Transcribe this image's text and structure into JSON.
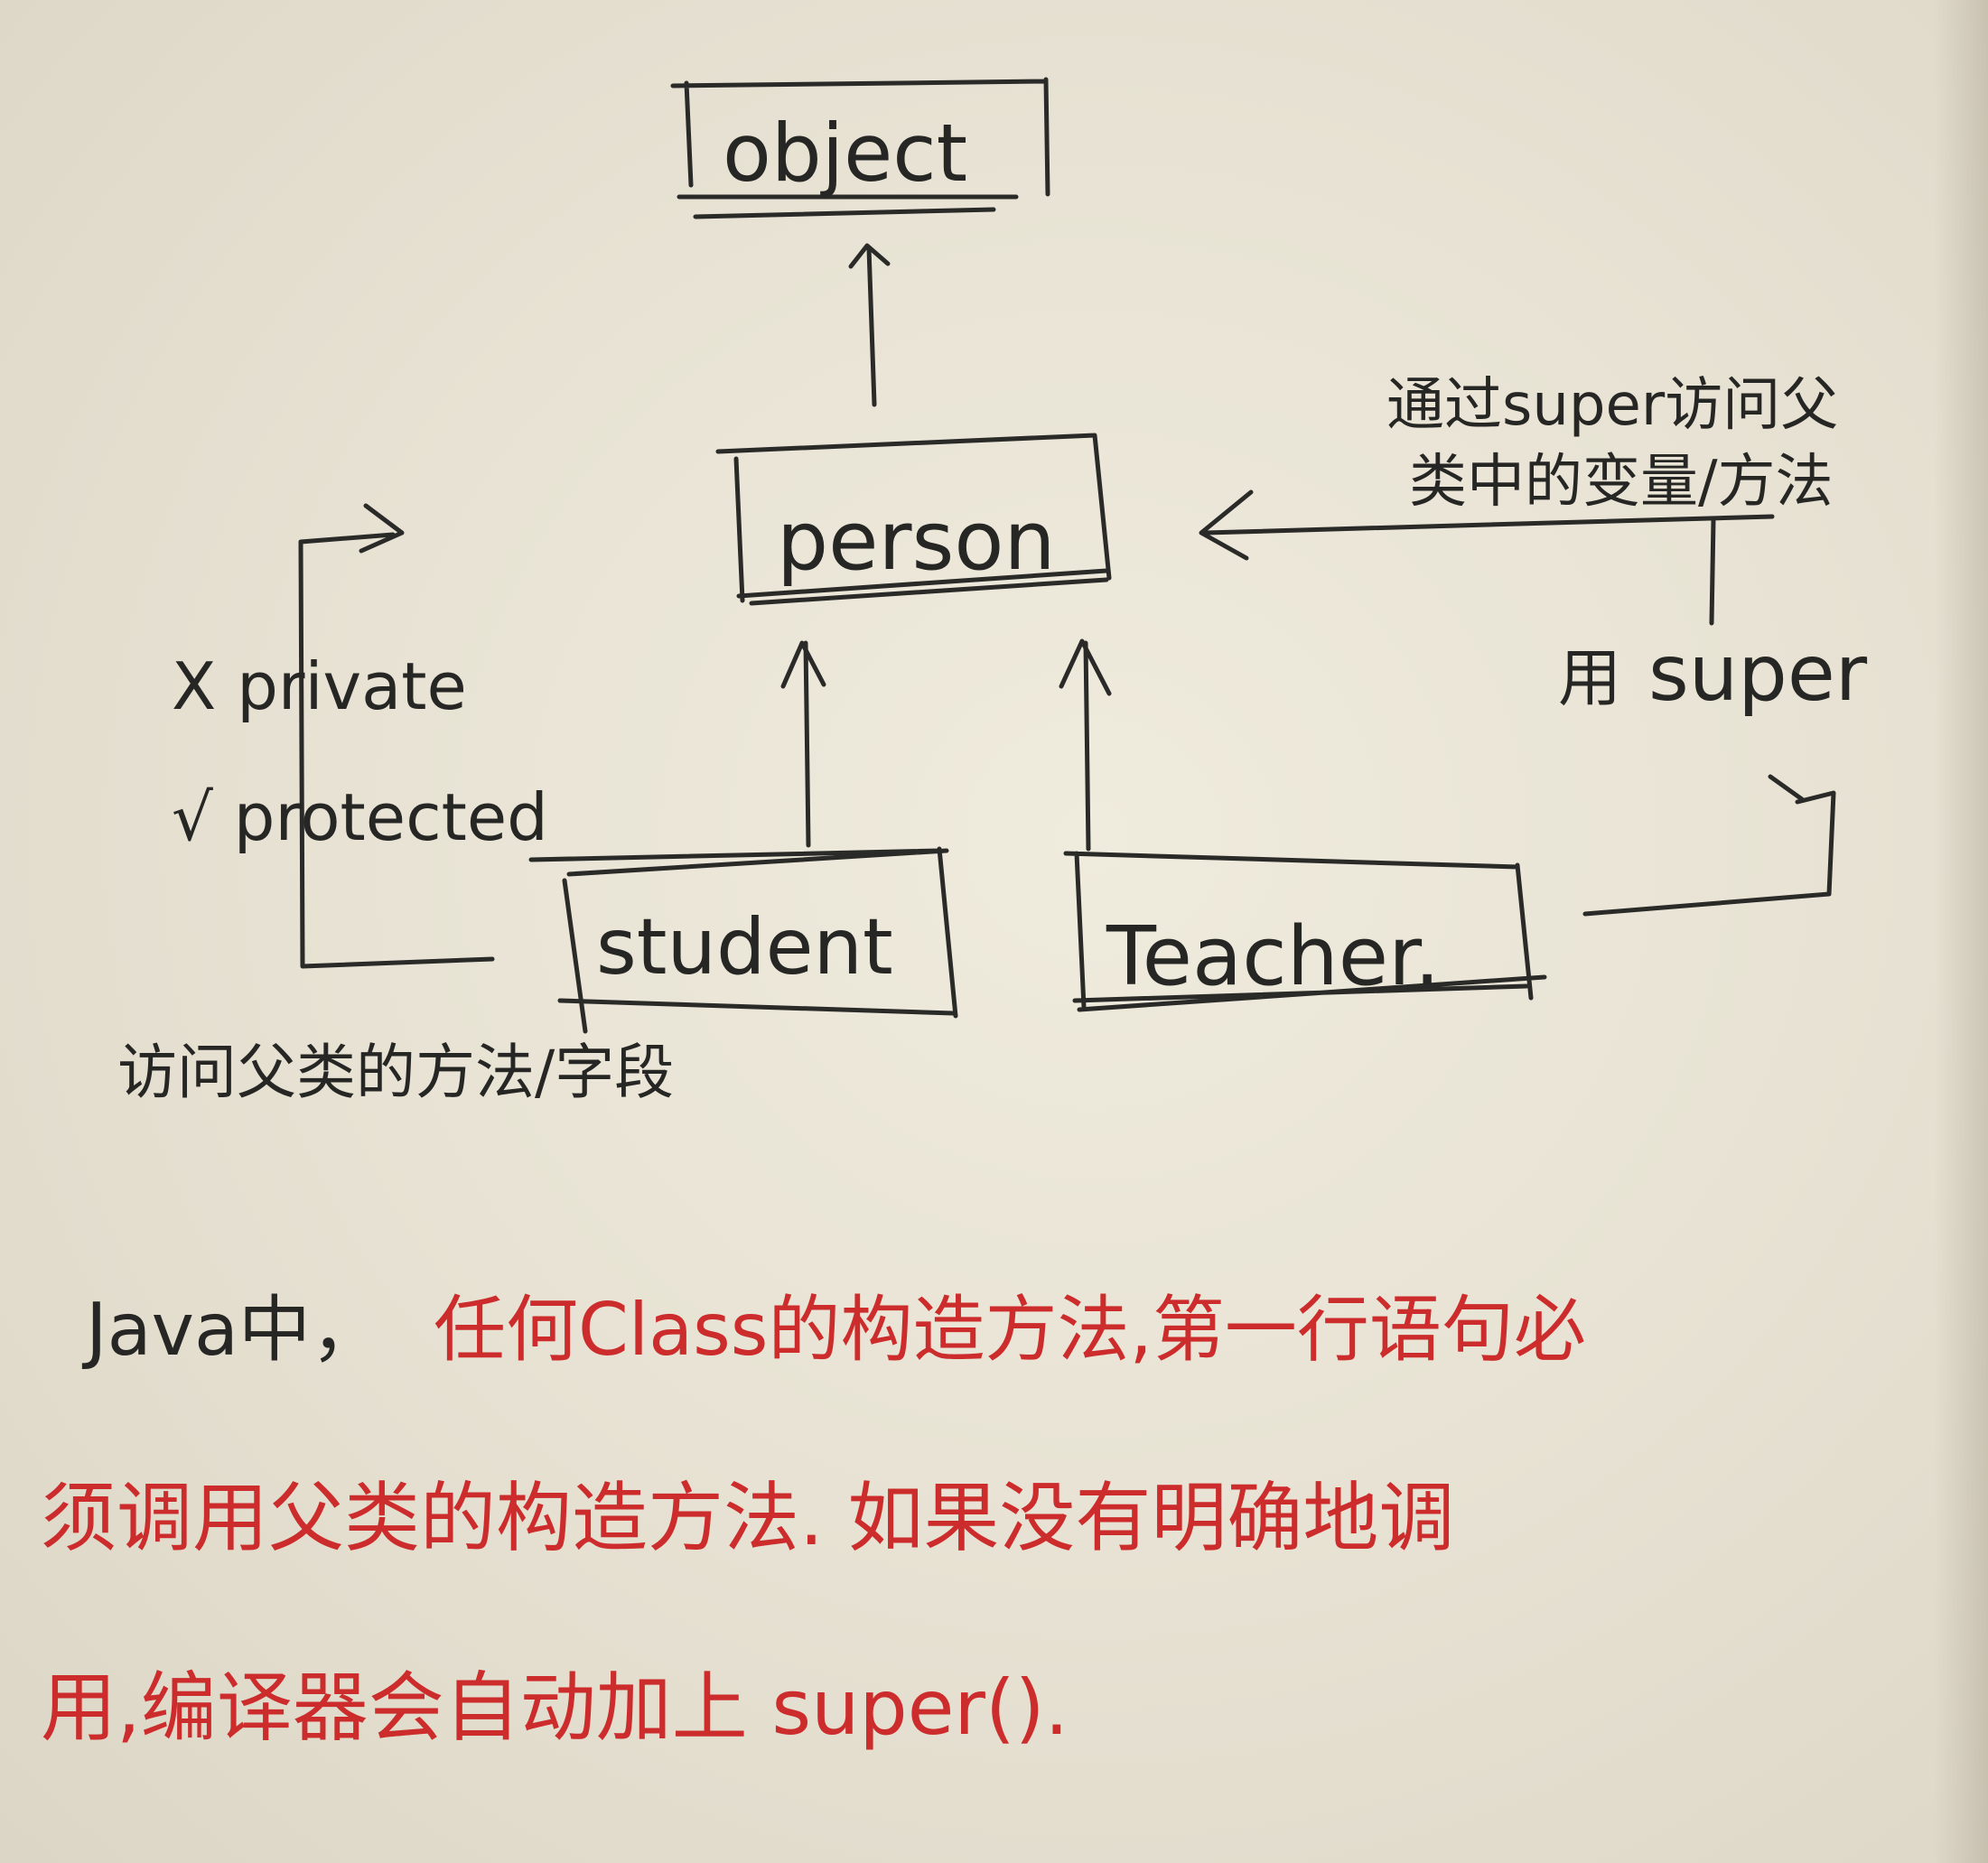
{
  "nodes": {
    "object": "object",
    "person": "person",
    "student": "student",
    "teacher": "Teacher."
  },
  "notes": {
    "super_access_line1": "通过super访问父",
    "super_access_line2": "类中的变量/方法",
    "super_keyword": "super",
    "super_glyph": "用",
    "private_line": "X private",
    "protected_line": "√ protected",
    "access_parent": "访问父类的方法/字段"
  },
  "paragraph": {
    "lead": "Java中，",
    "line1_red": "任何Class的构造方法,第一行语句必",
    "line2_red": "须调用父类的构造方法. 如果没有明确地调",
    "line3_red": "用,编译器会自动加上 super()."
  },
  "colors": {
    "ink": "#2a2a28",
    "red_ink": "#cc2c2c",
    "paper": "#ebe6d8"
  }
}
